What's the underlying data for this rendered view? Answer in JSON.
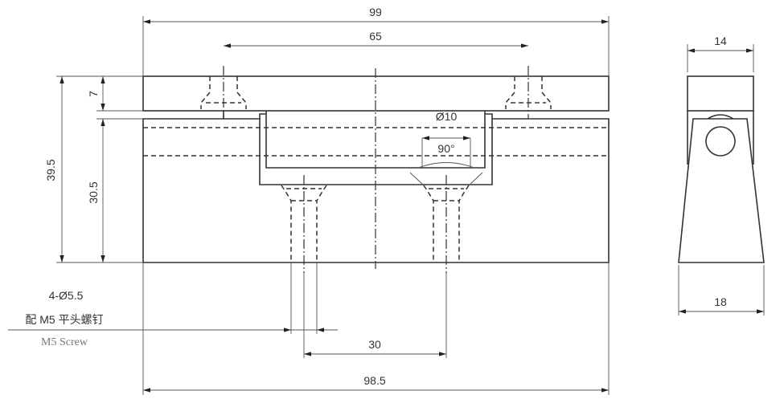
{
  "dimensions": {
    "overall_length": "99",
    "top_hole_spacing": "65",
    "top_plate_thickness": "7",
    "overall_height": "39.5",
    "body_height": "30.5",
    "counterbore_diameter": "Ø10",
    "countersink_angle": "90°",
    "side_top_width": "14",
    "side_bottom_width": "18",
    "bottom_hole_spacing": "30",
    "bottom_length": "98.5"
  },
  "notes": {
    "hole_spec": "4-Ø5.5",
    "screw_cn": "配 M5 平头螺钉",
    "screw_en": "M5 Screw"
  },
  "colors": {
    "fill_top": "#f2f2f2",
    "fill_bottom": "#b9b9b9",
    "line": "#333333"
  }
}
